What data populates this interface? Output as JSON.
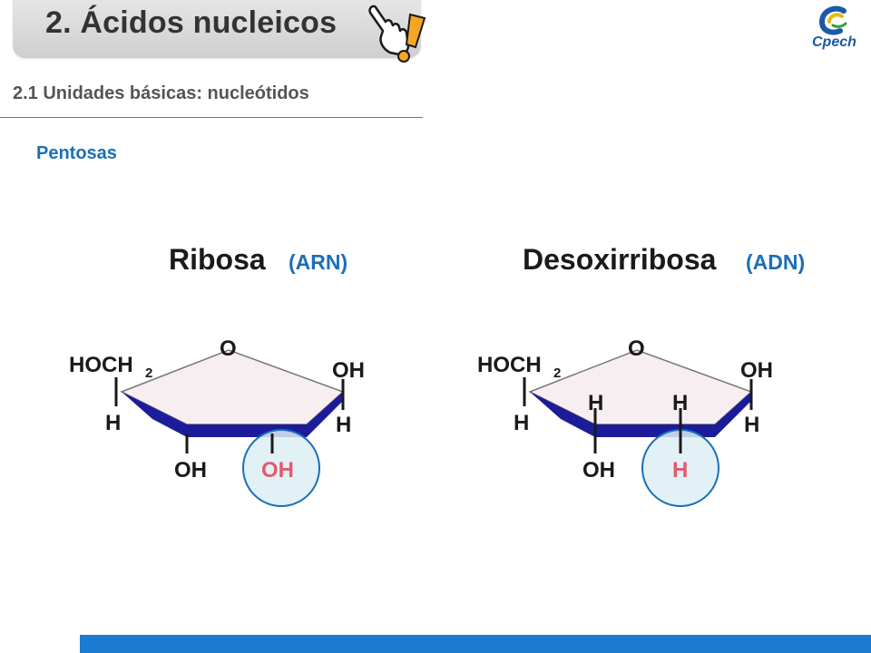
{
  "header": {
    "title": "2. Ácidos nucleicos",
    "logo_text": "Cpech"
  },
  "subtitle": "2.1 Unidades básicas: nucleótidos",
  "section_label": "Pentosas",
  "ribose": {
    "name": "Ribosa",
    "tag": "(ARN)",
    "atoms": {
      "o": "O",
      "hoch": "HOCH",
      "sub2": "2",
      "h_left": "H",
      "oh_right": "OH",
      "h_right": "H",
      "oh_bottom": "OH",
      "oh_highlight": "OH"
    }
  },
  "deoxyribose": {
    "name": "Desoxirribosa",
    "tag": "(ADN)",
    "atoms": {
      "o": "O",
      "hoch": "HOCH",
      "sub2": "2",
      "h_left": "H",
      "oh_right": "OH",
      "h_right": "H",
      "h_inner1": "H",
      "h_inner2": "H",
      "oh_bottom": "OH",
      "h_highlight": "H"
    }
  },
  "colors": {
    "ring_fill": "#f7eef2",
    "ring_edge": "#1c1c9a",
    "highlight": "#e35b6b",
    "accent": "#1b6fb8",
    "bar": "#1a7bd0"
  }
}
